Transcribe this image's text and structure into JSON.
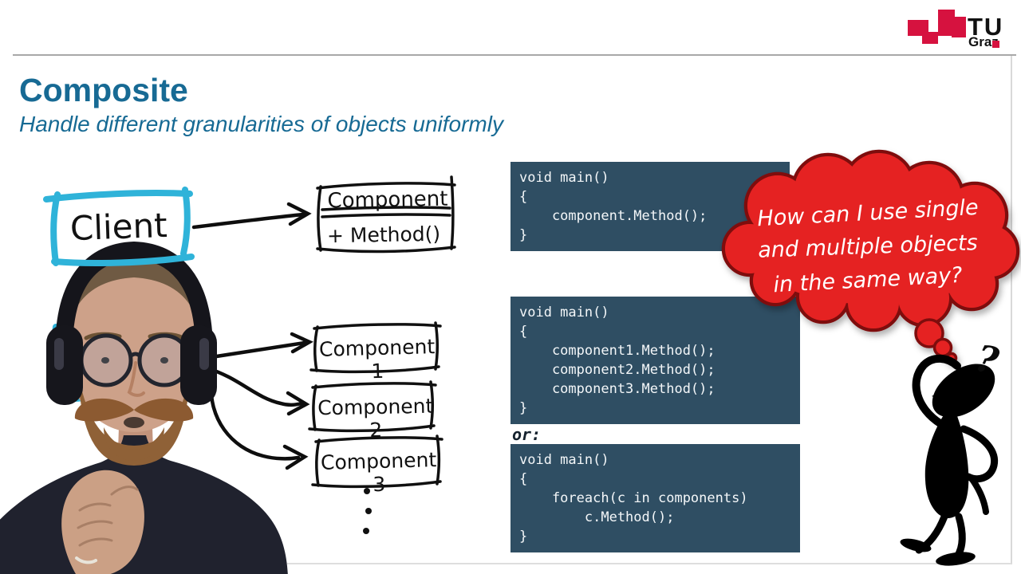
{
  "header": {
    "logo_tu": "TU",
    "logo_graz": "Graz"
  },
  "title": "Composite",
  "subtitle": "Handle different granularities of objects uniformly",
  "diagram": {
    "client_label": "Client",
    "uml_class": {
      "name": "Component",
      "method": "+ Method()"
    },
    "components": [
      "Component 1",
      "Component 2",
      "Component 3"
    ]
  },
  "code_blocks": [
    {
      "lines": [
        "void main()",
        "{",
        "    component.Method();",
        "}"
      ]
    },
    {
      "lines": [
        "void main()",
        "{",
        "    component1.Method();",
        "    component2.Method();",
        "    component3.Method();",
        "}"
      ]
    },
    {
      "lines": [
        "void main()",
        "{",
        "    foreach(c in components)",
        "        c.Method();",
        "}"
      ]
    }
  ],
  "or_label": "or:",
  "thought_bubble": {
    "lines": [
      "How can I use single",
      "and multiple objects",
      "in the same way?"
    ]
  },
  "question_mark": "?",
  "colors": {
    "accent_teal": "#176a94",
    "code_background": "#2f4e63",
    "cloud_red": "#e52421",
    "cloud_outline": "#7e0d10",
    "logo_red": "#d6123f",
    "marker_cyan": "#2fb3d9"
  }
}
